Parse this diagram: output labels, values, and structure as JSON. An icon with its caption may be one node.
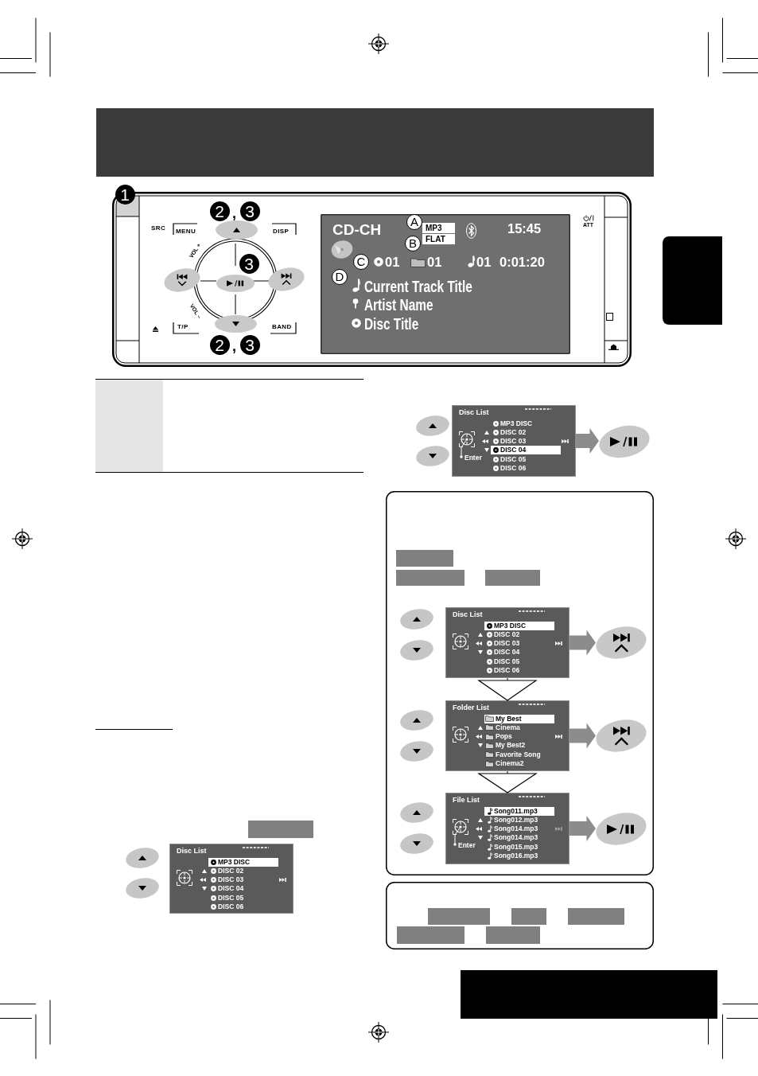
{
  "diagram": {
    "nodes": [
      {
        "text": [],
        "shape": "box"
      },
      {
        "text": [
          "CD-CH",
          "MP3",
          "FLAT",
          "15:45",
          "01",
          "01",
          "01",
          "0:01:20",
          "Current Track Title",
          "Artist Name",
          "Disc Title"
        ],
        "in": 0
      },
      {
        "text": [
          "Disc List",
          "MP3 DISC",
          "DISC 02",
          "DISC 03",
          "DISC 04",
          "DISC 05",
          "DISC 06",
          "Enter"
        ]
      },
      {
        "text": [],
        "shape": "ellipse"
      },
      {
        "text": [],
        "shape": "box"
      },
      {
        "text": [
          "Disc List",
          "MP3 DISC",
          "DISC 02",
          "DISC 03",
          "DISC 04",
          "DISC 05",
          "DISC 06"
        ],
        "in": 4
      },
      {
        "text": [],
        "shape": "ellipse",
        "in": 4
      },
      {
        "text": [
          "Folder List",
          "My Best",
          "Cinema",
          "Pops",
          "My Best2",
          "Favorite Song",
          "Cinema2"
        ],
        "in": 4
      },
      {
        "text": [],
        "shape": "ellipse",
        "in": 4
      },
      {
        "text": [
          "File List",
          "Song011.mp3",
          "Song012.mp3",
          "Song014.mp3",
          "Song014.mp3",
          "Song015.mp3",
          "Song016.mp3",
          "Enter"
        ],
        "in": 4
      },
      {
        "text": [],
        "shape": "ellipse",
        "in": 4
      },
      {
        "text": [
          "Disc List",
          "MP3 DISC",
          "DISC 02",
          "DISC 03",
          "DISC 04",
          "DISC 05",
          "DISC 06"
        ]
      },
      {
        "text": [],
        "shape": "box"
      },
      {
        "text": [],
        "shape": "tab"
      }
    ],
    "edges": [
      {
        "from": 2,
        "to": 3,
        "arrow": "to",
        "color": "#8c8c8c"
      },
      {
        "from": 5,
        "to": 6,
        "arrow": "to",
        "color": "#8c8c8c"
      },
      {
        "from": 5,
        "to": 7,
        "arrow": "to",
        "color": "#000000"
      },
      {
        "from": 7,
        "to": 8,
        "arrow": "to",
        "color": "#8c8c8c"
      },
      {
        "from": 7,
        "to": 9,
        "arrow": "to",
        "color": "#000000"
      },
      {
        "from": 9,
        "to": 10,
        "arrow": "to",
        "color": "#8c8c8c"
      }
    ],
    "labels": [
      "1",
      "2",
      ",",
      "3",
      "SRC",
      "MENU",
      "DISP",
      "A",
      "B",
      "ATT",
      "VOL +",
      "3",
      "C",
      "D",
      "VOL –",
      "T/P",
      "BAND",
      "2",
      ",",
      "3"
    ]
  }
}
